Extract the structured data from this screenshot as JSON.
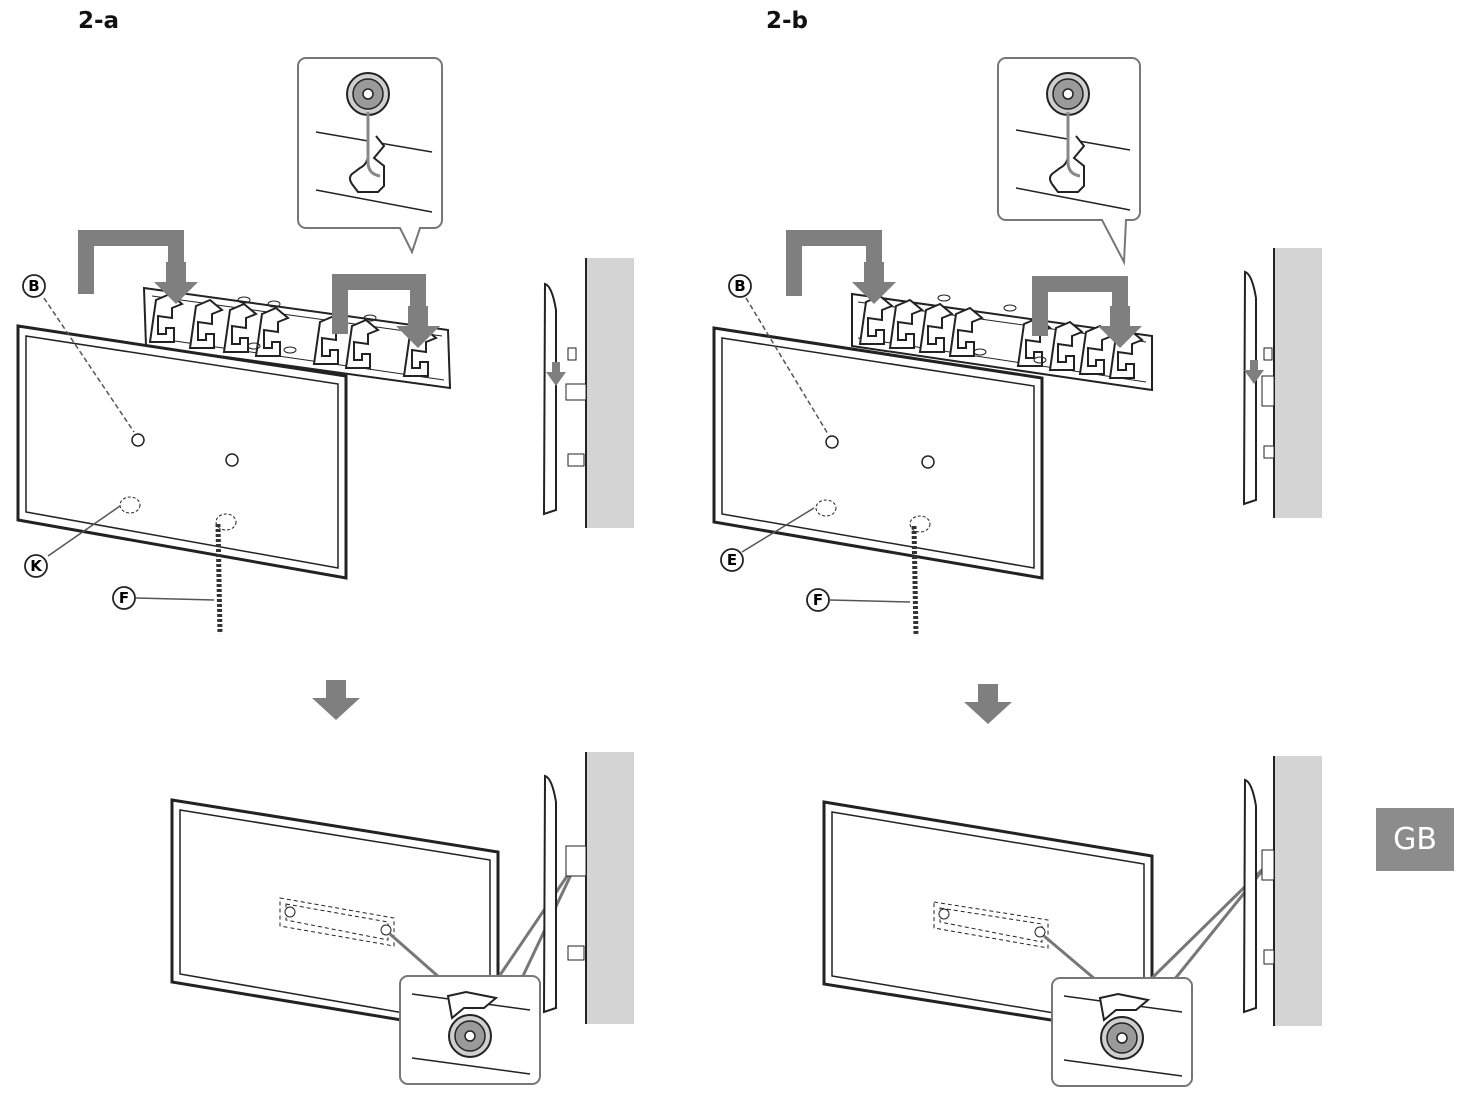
{
  "steps": [
    {
      "label": "2-a",
      "callouts": [
        "B",
        "K",
        "F"
      ]
    },
    {
      "label": "2-b",
      "callouts": [
        "B",
        "E",
        "F"
      ]
    }
  ],
  "language_tab": "GB",
  "colors": {
    "line": "#222222",
    "arrow_gray": "#7f7f7f",
    "wall_gray": "#d4d4d4",
    "tab_gray": "#8c8c8c"
  }
}
